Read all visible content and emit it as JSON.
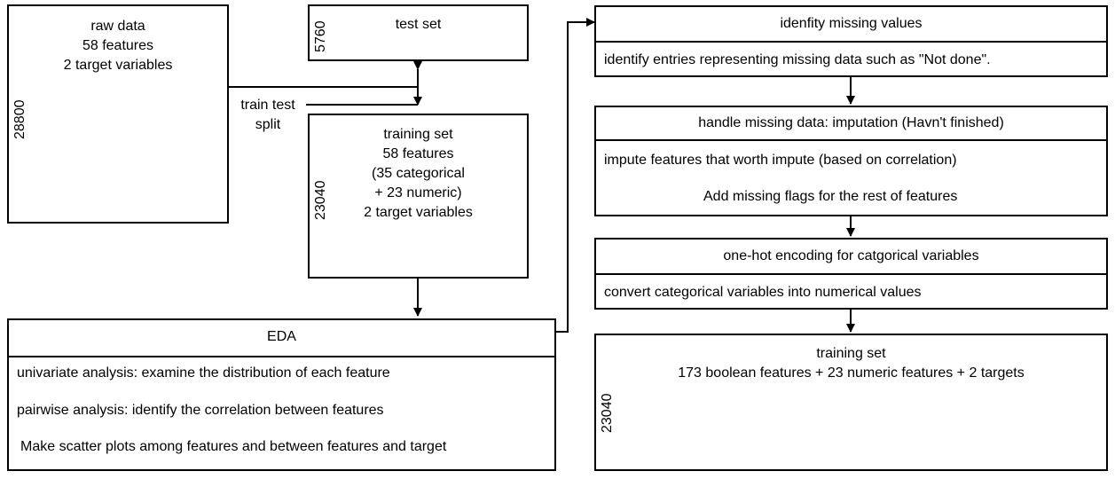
{
  "raw_data": {
    "title": "raw data",
    "features": "58 features",
    "targets": "2 target variables",
    "count": "28800"
  },
  "test_set": {
    "title": "test set",
    "count": "5760"
  },
  "split_label": {
    "line1": "train test",
    "line2": "split"
  },
  "training_set": {
    "title": "training set",
    "features": "58 features",
    "categorical": "(35 categorical",
    "numeric": "+ 23 numeric)",
    "targets": "2 target variables",
    "count": "23040"
  },
  "eda": {
    "title": "EDA",
    "items": [
      "univariate analysis: examine the distribution of each feature",
      "pairwise analysis: identify the correlation between features",
      "Make scatter plots among features and between features and target"
    ]
  },
  "identify_missing": {
    "title": "idenfity missing values",
    "item": "identify entries representing missing data such as \"Not done\"."
  },
  "handle_missing": {
    "title": "handle missing data: imputation (Havn't finished)",
    "item1": "impute features that worth impute (based on correlation)",
    "item2": "Add missing flags for the rest of features"
  },
  "one_hot": {
    "title": "one-hot encoding for catgorical variables",
    "item": "convert categorical variables into numerical values"
  },
  "final_training_set": {
    "title": "training set",
    "description": "173 boolean features + 23 numeric features + 2 targets",
    "count": "23040"
  }
}
